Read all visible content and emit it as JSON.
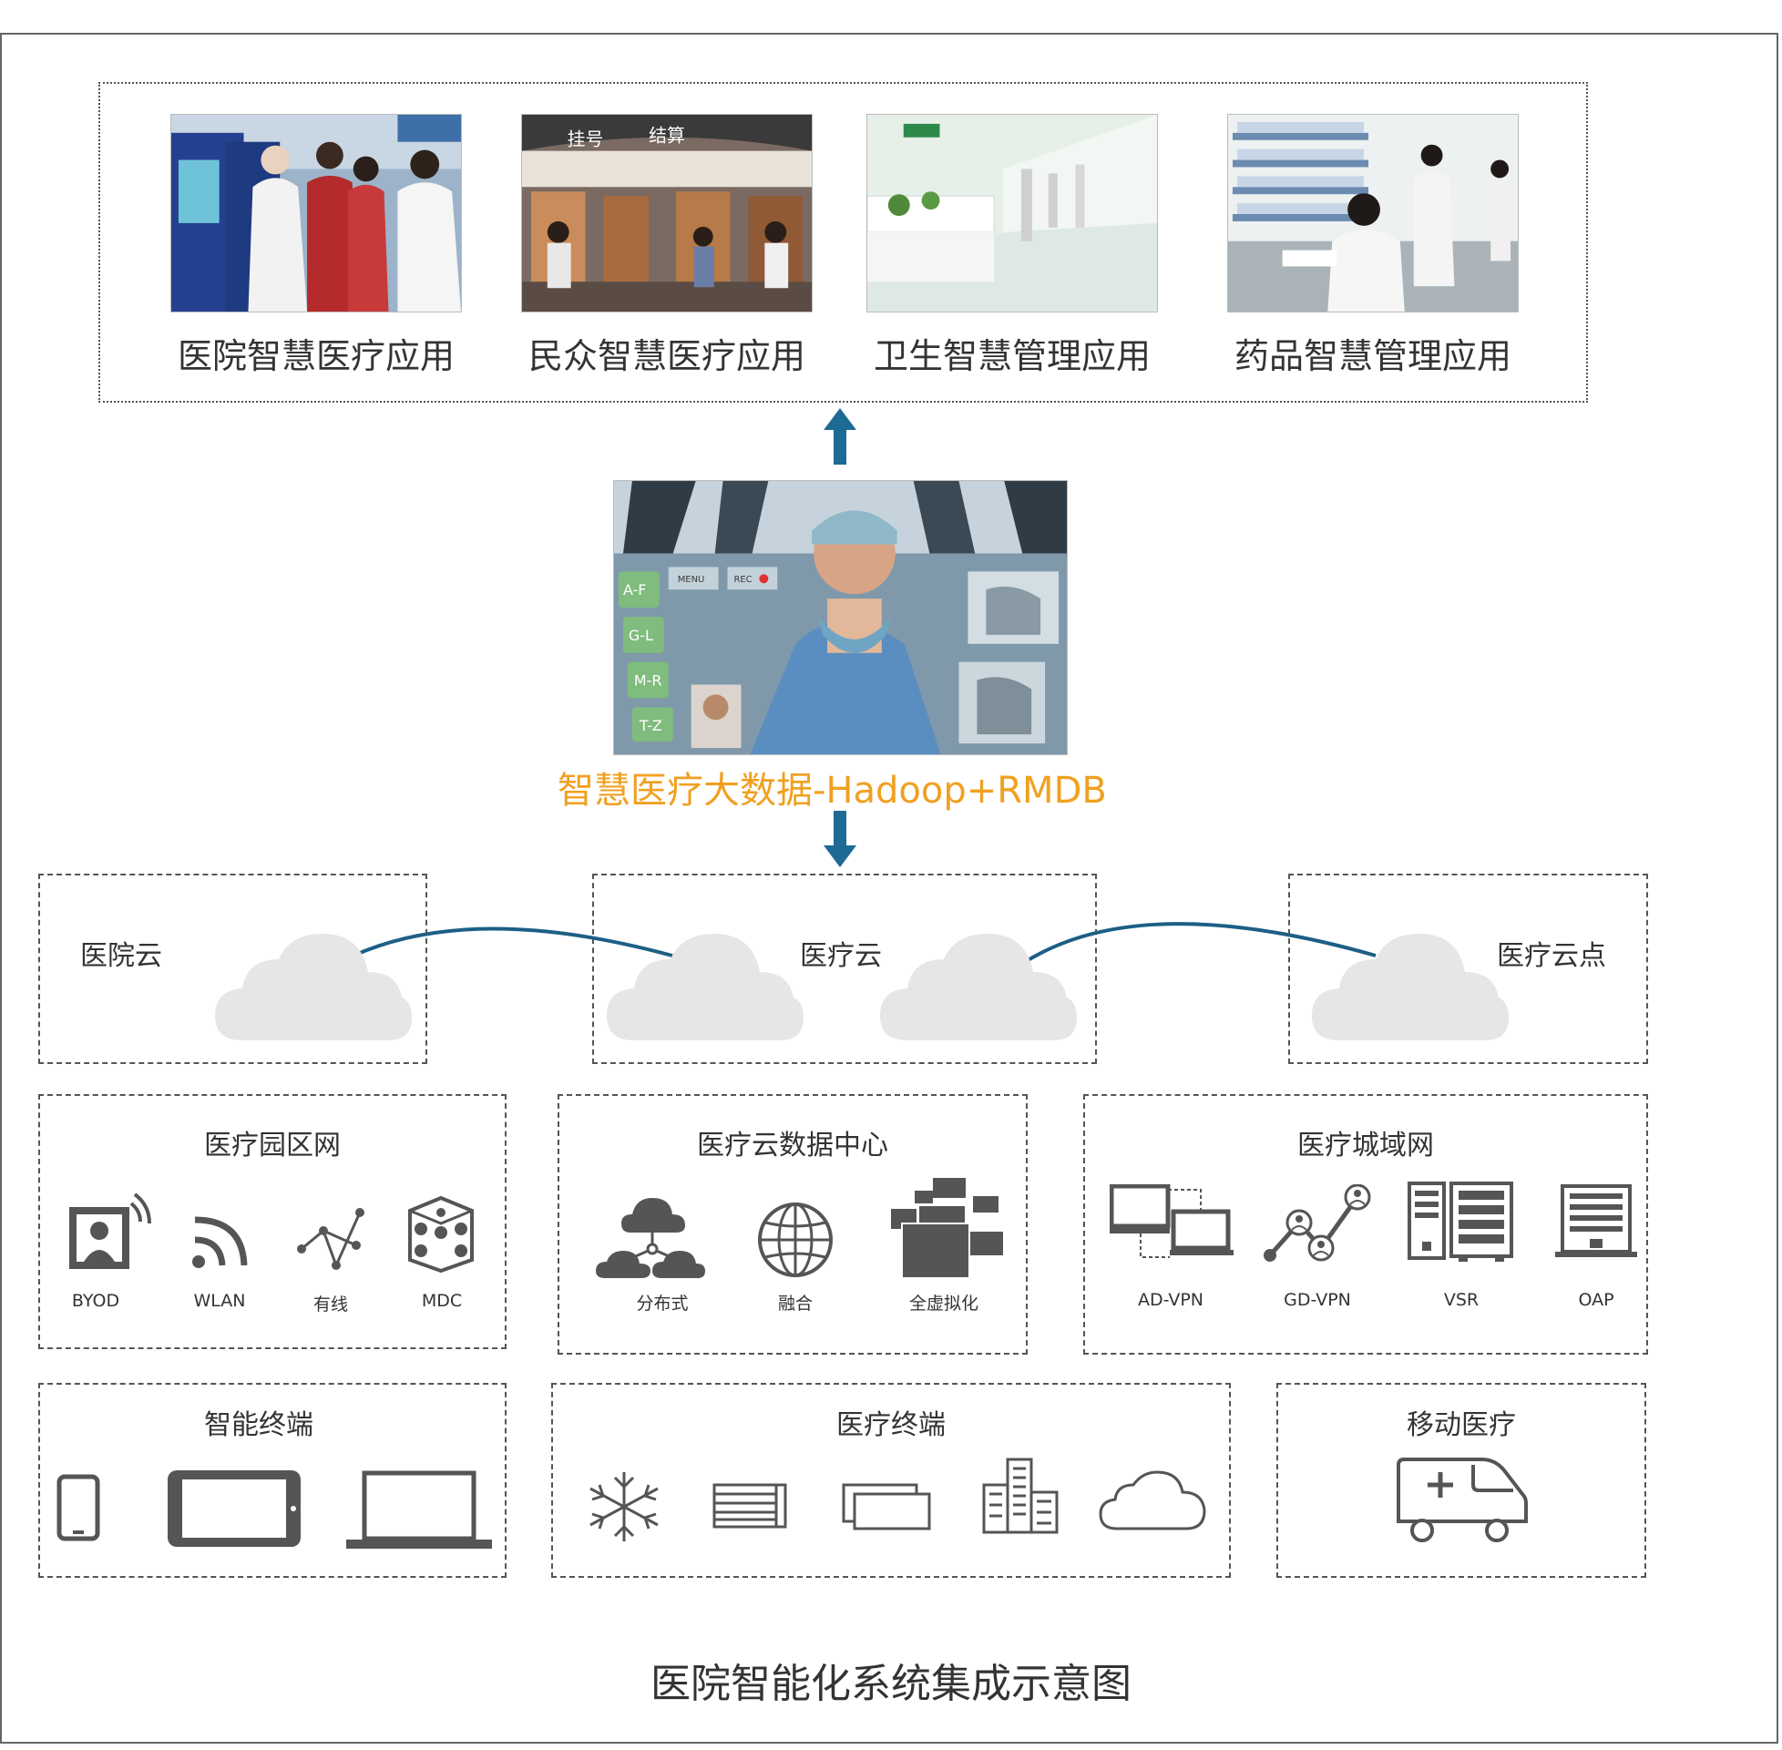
{
  "applications": [
    {
      "label": "医院智慧医疗应用"
    },
    {
      "label": "民众智慧医疗应用"
    },
    {
      "label": "卫生智慧管理应用"
    },
    {
      "label": "药品智慧管理应用"
    }
  ],
  "photo_signs": {
    "registration": "挂号",
    "checkout": "结算"
  },
  "bigdata": {
    "label": "智慧医疗大数据-Hadoop+RMDB",
    "screen_menu": [
      "A-F",
      "G-L",
      "M-R",
      "T-Z"
    ],
    "screen_buttons": [
      "MENU",
      "REC"
    ]
  },
  "clouds": {
    "hospital": "医院云",
    "medical": "医疗云",
    "point": "医疗云点"
  },
  "campus": {
    "title": "医疗园区网",
    "items": [
      "BYOD",
      "WLAN",
      "有线",
      "MDC"
    ]
  },
  "datacenter": {
    "title": "医疗云数据中心",
    "items": [
      "分布式",
      "融合",
      "全虚拟化"
    ]
  },
  "metro": {
    "title": "医疗城域网",
    "items": [
      "AD-VPN",
      "GD-VPN",
      "VSR",
      "OAP"
    ]
  },
  "smart_terminal": {
    "title": "智能终端"
  },
  "medical_terminal": {
    "title": "医疗终端"
  },
  "mobile": {
    "title": "移动医疗"
  },
  "diagram_title": "医院智能化系统集成示意图",
  "colors": {
    "arrow": "#1d6a94",
    "link": "#1d5f85",
    "highlight": "#f0a020",
    "icon": "#555555",
    "cloud": "#e6e6e6"
  }
}
